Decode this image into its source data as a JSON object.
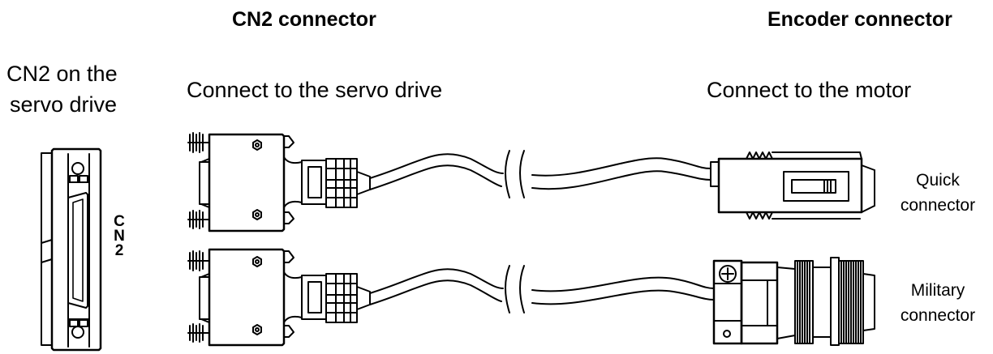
{
  "headers": {
    "cn2_connector": "CN2 connector",
    "encoder_connector": "Encoder connector"
  },
  "labels": {
    "cn2_on_drive_line1": "CN2 on the",
    "cn2_on_drive_line2": "servo drive",
    "connect_servo_drive": "Connect to the servo drive",
    "connect_motor": "Connect to the motor",
    "quick_line1": "Quick",
    "quick_line2": "connector",
    "military_line1": "Military",
    "military_line2": "connector",
    "port_c": "C",
    "port_n": "N",
    "port_2": "2"
  },
  "colors": {
    "line": "#000000",
    "background": "#ffffff"
  }
}
